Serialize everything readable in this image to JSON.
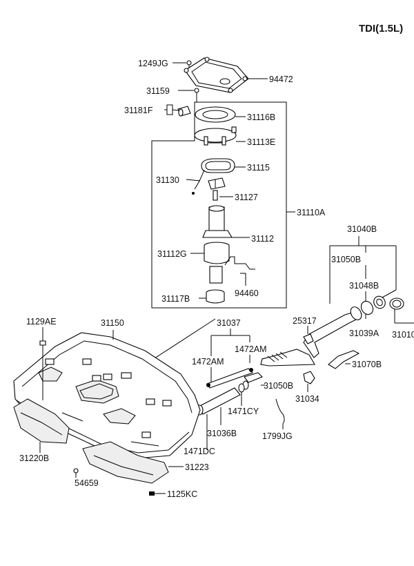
{
  "title": "TDI(1.5L)",
  "labels": {
    "p1249JG": "1249JG",
    "p94472": "94472",
    "p31159": "31159",
    "p31181F": "31181F",
    "p31116B": "31116B",
    "p31113E": "31113E",
    "p31115": "31115",
    "p31130": "31130",
    "p31127": "31127",
    "p31110A": "31110A",
    "p31112": "31112",
    "p31112G": "31112G",
    "p94460": "94460",
    "p31117B": "31117B",
    "p31040B": "31040B",
    "p31050B_top": "31050B",
    "p31048B": "31048B",
    "p31039A": "31039A",
    "p31010": "31010",
    "p25317": "25317",
    "p1129AE": "1129AE",
    "p31150": "31150",
    "p31037": "31037",
    "p1472AM_a": "1472AM",
    "p1472AM_b": "1472AM",
    "p31070B": "31070B",
    "p31050B_mid": "31050B",
    "p31034": "31034",
    "p1471CY": "1471CY",
    "p31036B": "31036B",
    "p1799JG": "1799JG",
    "p31220B": "31220B",
    "p1471DC": "1471DC",
    "p31223": "31223",
    "p54659": "54659",
    "p1125KC": "1125KC"
  }
}
